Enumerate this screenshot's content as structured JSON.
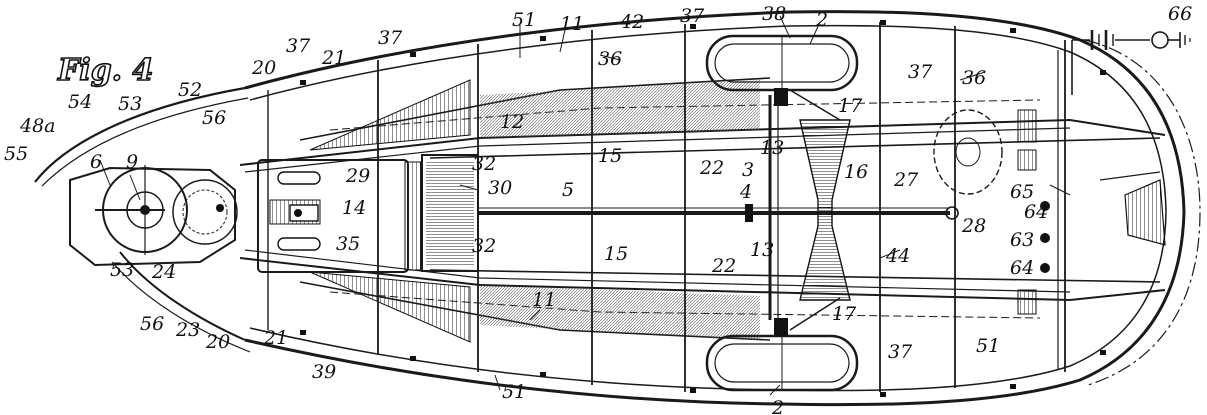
{
  "figure": {
    "title": "Fig. 4",
    "labels": {
      "l66": "66",
      "l38": "38",
      "l2_top": "2",
      "l42": "42",
      "l37_top": "37",
      "l11_top": "11",
      "l51_top": "51",
      "l36_top": "36",
      "l37_left": "37",
      "l37_left2": "37",
      "l21_top": "21",
      "l20_top": "20",
      "l52": "52",
      "l53_top": "53",
      "l54": "54",
      "l48a": "48a",
      "l55": "55",
      "l56_top": "56",
      "l6": "6",
      "l9": "9",
      "l12": "12",
      "l15_top": "15",
      "l22_top": "22",
      "l13_top": "13",
      "l17_top": "17",
      "l16": "16",
      "l3": "3",
      "l4": "4",
      "l5": "5",
      "l30": "30",
      "l32_top": "32",
      "l29": "29",
      "l14": "14",
      "l35": "35",
      "l32_bot": "32",
      "l27": "27",
      "l28": "28",
      "l44": "44",
      "l37_r": "37",
      "l36_r": "36",
      "l65": "65",
      "l64_top": "64",
      "l63": "63",
      "l64_bot": "64",
      "l15_bot": "15",
      "l22_bot": "22",
      "l13_bot": "13",
      "l11_bot": "11",
      "l17_bot": "17",
      "l51_r": "51",
      "l37_bot": "37",
      "l2_bot": "2",
      "l51_bot": "51",
      "l39": "39",
      "l21_bot": "21",
      "l20_bot": "20",
      "l23": "23",
      "l56_bot": "56",
      "l53_bot": "53",
      "l24": "24"
    }
  }
}
